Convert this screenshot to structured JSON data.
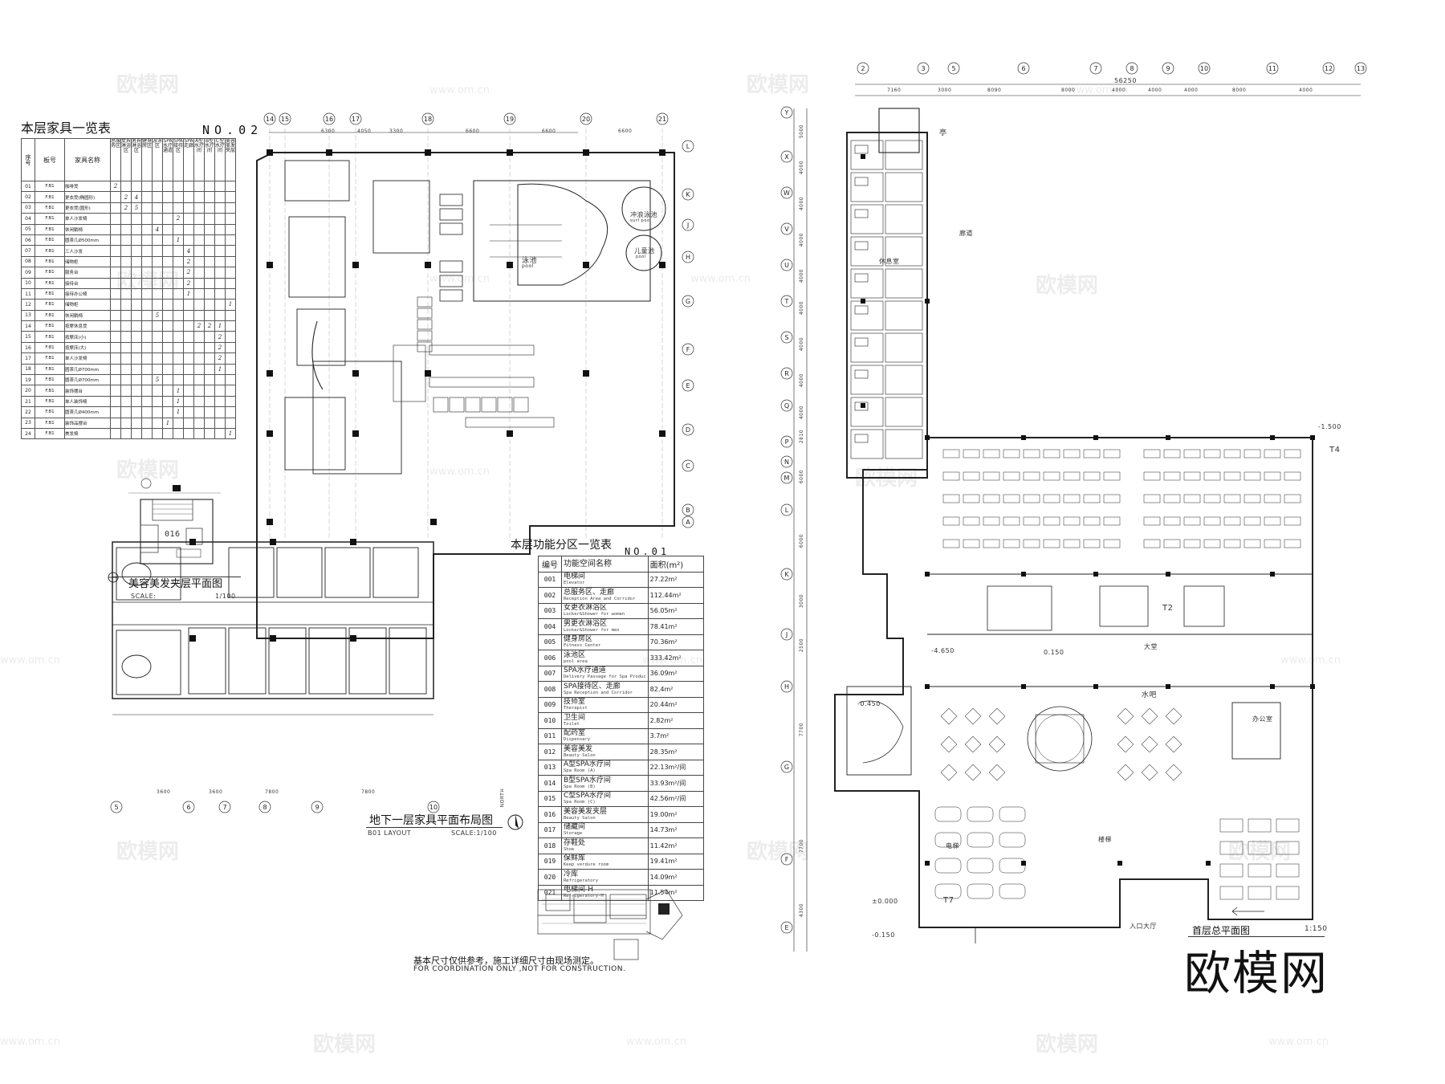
{
  "watermarks": {
    "logo": "欧模网",
    "url": "www.om.cn",
    "brand": "欧模网"
  },
  "left_sheet": {
    "furniture_table": {
      "title": "本层家具一览表",
      "number": "NO.02",
      "headers": {
        "seq": "序号",
        "board": "板号",
        "name": "家具名称"
      },
      "zone_headers": [
        "总服务区",
        "女宾淋浴区",
        "男宾淋浴区",
        "健身房区",
        "游泳区",
        "SPA水疗通道",
        "SPA接待区",
        "SPA走廊",
        "A型水疗间",
        "B型水疗间",
        "C型水疗间",
        "美容美发夹层"
      ],
      "rows": [
        {
          "seq": "01",
          "board": "F.B1",
          "name": "咖啡凳",
          "vals": [
            "2",
            "",
            "",
            "",
            "",
            "",
            "",
            "",
            "",
            "",
            "",
            ""
          ]
        },
        {
          "seq": "02",
          "board": "F.B1",
          "name": "更衣凳(椭圆形)",
          "vals": [
            "",
            "2",
            "4",
            "",
            "",
            "",
            "",
            "",
            "",
            "",
            "",
            ""
          ]
        },
        {
          "seq": "03",
          "board": "F.B1",
          "name": "更衣凳(圆形)",
          "vals": [
            "",
            "2",
            "5",
            "",
            "",
            "",
            "",
            "",
            "",
            "",
            "",
            ""
          ]
        },
        {
          "seq": "04",
          "board": "F.B1",
          "name": "单人沙发椅",
          "vals": [
            "",
            "",
            "",
            "",
            "",
            "",
            "2",
            "",
            "",
            "",
            "",
            ""
          ]
        },
        {
          "seq": "05",
          "board": "F.B1",
          "name": "休闲躺椅",
          "vals": [
            "",
            "",
            "",
            "",
            "4",
            "",
            "",
            "",
            "",
            "",
            "",
            ""
          ]
        },
        {
          "seq": "06",
          "board": "F.B1",
          "name": "圆茶几Ø500mm",
          "vals": [
            "",
            "",
            "",
            "",
            "",
            "",
            "1",
            "",
            "",
            "",
            "",
            ""
          ]
        },
        {
          "seq": "07",
          "board": "F.B1",
          "name": "三人沙发",
          "vals": [
            "",
            "",
            "",
            "",
            "",
            "",
            "",
            "4",
            "",
            "",
            "",
            ""
          ]
        },
        {
          "seq": "08",
          "board": "F.B1",
          "name": "储物柜",
          "vals": [
            "",
            "",
            "",
            "",
            "",
            "",
            "",
            "2",
            "",
            "",
            "",
            ""
          ]
        },
        {
          "seq": "09",
          "board": "F.B1",
          "name": "服务台",
          "vals": [
            "",
            "",
            "",
            "",
            "",
            "",
            "",
            "2",
            "",
            "",
            "",
            ""
          ]
        },
        {
          "seq": "10",
          "board": "F.B1",
          "name": "接待台",
          "vals": [
            "",
            "",
            "",
            "",
            "",
            "",
            "",
            "2",
            "",
            "",
            "",
            ""
          ]
        },
        {
          "seq": "11",
          "board": "F.B1",
          "name": "接待办公椅",
          "vals": [
            "",
            "",
            "",
            "",
            "",
            "",
            "",
            "1",
            "",
            "",
            "",
            ""
          ]
        },
        {
          "seq": "12",
          "board": "F.B1",
          "name": "储物柜",
          "vals": [
            "",
            "",
            "",
            "",
            "",
            "",
            "",
            "",
            "",
            "",
            "",
            "1"
          ]
        },
        {
          "seq": "13",
          "board": "F.B1",
          "name": "休闲躺椅",
          "vals": [
            "",
            "",
            "",
            "",
            "5",
            "",
            "",
            "",
            "",
            "",
            "",
            ""
          ]
        },
        {
          "seq": "14",
          "board": "F.B1",
          "name": "按摩休息凳",
          "vals": [
            "",
            "",
            "",
            "",
            "",
            "",
            "",
            "",
            "2",
            "2",
            "1",
            ""
          ]
        },
        {
          "seq": "15",
          "board": "F.B1",
          "name": "按摩床(小)",
          "vals": [
            "",
            "",
            "",
            "",
            "",
            "",
            "",
            "",
            "",
            "",
            "2",
            ""
          ]
        },
        {
          "seq": "16",
          "board": "F.B1",
          "name": "按摩床(大)",
          "vals": [
            "",
            "",
            "",
            "",
            "",
            "",
            "",
            "",
            "",
            "",
            "2",
            ""
          ]
        },
        {
          "seq": "17",
          "board": "F.B1",
          "name": "单人沙发椅",
          "vals": [
            "",
            "",
            "",
            "",
            "",
            "",
            "",
            "",
            "",
            "",
            "2",
            ""
          ]
        },
        {
          "seq": "18",
          "board": "F.B1",
          "name": "圆茶几Ø700mm",
          "vals": [
            "",
            "",
            "",
            "",
            "",
            "",
            "",
            "",
            "",
            "",
            "1",
            ""
          ]
        },
        {
          "seq": "19",
          "board": "F.B1",
          "name": "圆茶几Ø700mm",
          "vals": [
            "",
            "",
            "",
            "",
            "5",
            "",
            "",
            "",
            "",
            "",
            "",
            ""
          ]
        },
        {
          "seq": "20",
          "board": "F.B1",
          "name": "装饰摆台",
          "vals": [
            "",
            "",
            "",
            "",
            "",
            "",
            "1",
            "",
            "",
            "",
            "",
            ""
          ]
        },
        {
          "seq": "21",
          "board": "F.B1",
          "name": "单人装饰椅",
          "vals": [
            "",
            "",
            "",
            "",
            "",
            "",
            "1",
            "",
            "",
            "",
            "",
            ""
          ]
        },
        {
          "seq": "22",
          "board": "F.B1",
          "name": "圆茶几Ø400mm",
          "vals": [
            "",
            "",
            "",
            "",
            "",
            "",
            "1",
            "",
            "",
            "",
            "",
            ""
          ]
        },
        {
          "seq": "23",
          "board": "F.B1",
          "name": "装饰品摆台",
          "vals": [
            "",
            "",
            "",
            "",
            "",
            "1",
            "",
            "",
            "",
            "",
            "",
            ""
          ]
        },
        {
          "seq": "24",
          "board": "F.B1",
          "name": "美发椅",
          "vals": [
            "",
            "",
            "",
            "",
            "",
            "",
            "",
            "",
            "",
            "",
            "",
            "1"
          ]
        }
      ]
    },
    "mezzanine_plan": {
      "title": "美容美发夹层平面图",
      "scale": "1/100",
      "scale_label": "SCALE:"
    },
    "b1_plan": {
      "title": "地下一层家具平面布局图",
      "sub": "B01 LAYOUT",
      "scale": "SCALE:1/100",
      "north": "NORTH"
    },
    "pool_labels": {
      "pool": "泳池",
      "pool_en": "pool",
      "shower_pool": "冲浪泳池",
      "shower_pool_en": "surf pool",
      "kids_pool": "儿童池",
      "kids_pool_en": "pool"
    },
    "function_table": {
      "title": "本层功能分区一览表",
      "number": "NO.01",
      "headers": {
        "code": "编号",
        "name": "功能空间名称",
        "area": "面积(m²)"
      },
      "rows": [
        {
          "code": "001",
          "name": "电梯间",
          "en": "Elevator",
          "area": "27.22m²"
        },
        {
          "code": "002",
          "name": "总服务区、走廊",
          "en": "Reception Area and Corridor",
          "area": "112.44m²"
        },
        {
          "code": "003",
          "name": "女更衣淋浴区",
          "en": "Locker&Shower for women",
          "area": "56.05m²"
        },
        {
          "code": "004",
          "name": "男更衣淋浴区",
          "en": "Locker&Shower for men",
          "area": "78.41m²"
        },
        {
          "code": "005",
          "name": "健身房区",
          "en": "Fitness Center",
          "area": "70.36m²"
        },
        {
          "code": "006",
          "name": "泳池区",
          "en": "pool area",
          "area": "333.42m²"
        },
        {
          "code": "007",
          "name": "SPA水疗通道",
          "en": "Delivery Passage for Spa Produc",
          "area": "36.09m²"
        },
        {
          "code": "008",
          "name": "SPA接待区、走廊",
          "en": "Spa Reception and Corridor",
          "area": "82.4m²"
        },
        {
          "code": "009",
          "name": "技师室",
          "en": "Therapist",
          "area": "20.44m²"
        },
        {
          "code": "010",
          "name": "卫生间",
          "en": "Toilet",
          "area": "2.82m²"
        },
        {
          "code": "011",
          "name": "配药室",
          "en": "Dispensary",
          "area": "3.7m²"
        },
        {
          "code": "012",
          "name": "美容美发",
          "en": "Beauty Salon",
          "area": "28.35m²"
        },
        {
          "code": "013",
          "name": "A型SPA水疗间",
          "en": "Spa Room (A)",
          "area": "22.13m²/间"
        },
        {
          "code": "014",
          "name": "B型SPA水疗间",
          "en": "Spa Room (B)",
          "area": "33.93m²/间"
        },
        {
          "code": "015",
          "name": "C型SPA水疗间",
          "en": "Spa Room (C)",
          "area": "42.56m²/间"
        },
        {
          "code": "016",
          "name": "美容美发夹层",
          "en": "Beauty Salon",
          "area": "19.00m²"
        },
        {
          "code": "017",
          "name": "储藏间",
          "en": "Storage",
          "area": "14.73m²"
        },
        {
          "code": "018",
          "name": "存鞋处",
          "en": "Shoe",
          "area": "11.42m²"
        },
        {
          "code": "019",
          "name": "保鲜库",
          "en": "Keep verdure room",
          "area": "19.41m²"
        },
        {
          "code": "020",
          "name": "冷库",
          "en": "Refrigeratory",
          "area": "14.09m²"
        },
        {
          "code": "021",
          "name": "电梯间-H",
          "en": "Refrigeratory-H",
          "area": "11.54m²"
        }
      ]
    },
    "notes": {
      "cn": "基本尺寸仅供参考，施工详细尺寸由现场测定。",
      "en": "FOR COORDINATION ONLY ,NOT FOR CONSTRUCTION."
    },
    "top_dims": [
      "6300",
      "4050",
      "3300",
      "6600",
      "6600",
      "6600"
    ],
    "col_tags_top": [
      "14",
      "15",
      "16",
      "17",
      "18",
      "19",
      "20",
      "21"
    ],
    "row_tags_right": [
      "L",
      "K",
      "J",
      "H",
      "G",
      "F",
      "E",
      "D",
      "C",
      "B",
      "A"
    ],
    "col_tags_bottom": [
      "5",
      "6",
      "7",
      "8",
      "9",
      "10"
    ],
    "bottom_dims": [
      "3600",
      "3600",
      "7800",
      "7800"
    ]
  },
  "right_sheet": {
    "title": "首层总平面图",
    "scale": "1:150",
    "total_dim": "56250",
    "top_dims": [
      "7160",
      "3000",
      "8090",
      "8000",
      "4000",
      "4000",
      "4000",
      "8000",
      "4000"
    ],
    "col_tags": [
      "2",
      "3",
      "5",
      "6",
      "7",
      "8",
      "9",
      "10",
      "11",
      "12",
      "13"
    ],
    "row_tags": [
      "Y",
      "X",
      "W",
      "V",
      "U",
      "T",
      "S",
      "R",
      "Q",
      "P",
      "N",
      "M",
      "L",
      "K",
      "J",
      "H",
      "G",
      "F",
      "E"
    ],
    "left_dims": [
      "5000",
      "4000",
      "4000",
      "4000",
      "4000",
      "4000",
      "4000",
      "4000",
      "4000",
      "2810",
      "6000",
      "6000",
      "3000",
      "2500",
      "7700",
      "7700",
      "4300"
    ],
    "labels": {
      "pavilion": "亭",
      "corridor": "廊道",
      "rest_room": "休息室",
      "water_bar": "水吧",
      "lobby": "大堂",
      "office": "办公室",
      "elev": "电梯",
      "stairs": "楼梯",
      "main_entrance": "入口大厅",
      "lift_t2": "T2",
      "lift_t4": "T4",
      "lift_t7": "T7"
    },
    "elevations": [
      "±0.000",
      "-0.150",
      "-0.450",
      "-1.500",
      "-4.650",
      "0.150"
    ]
  }
}
